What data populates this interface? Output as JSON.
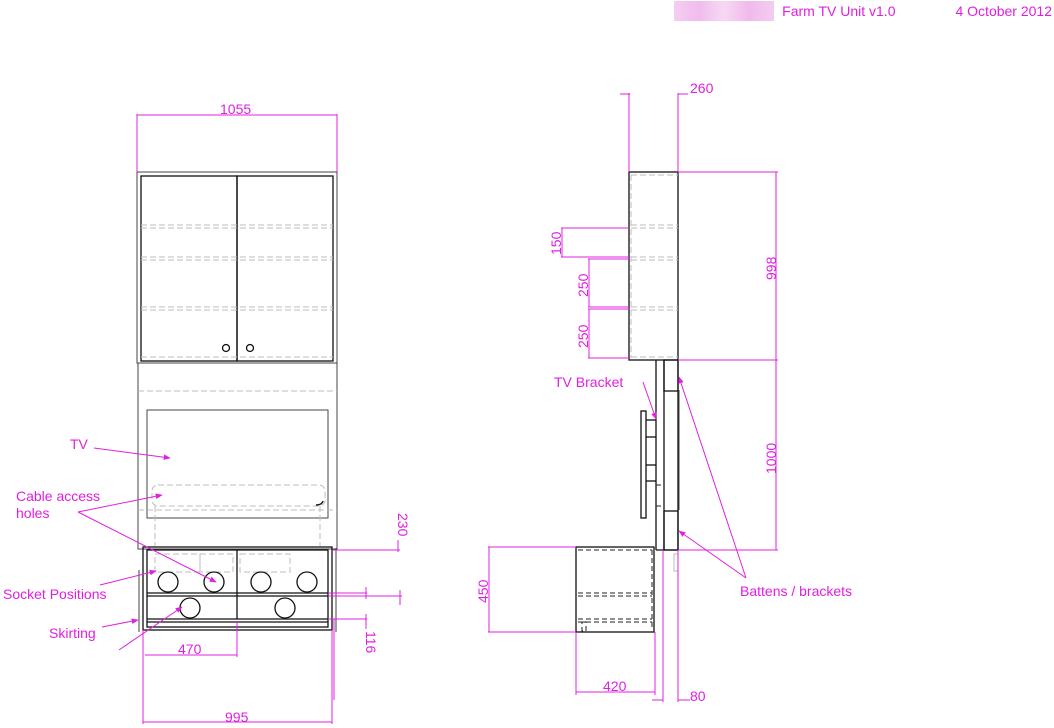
{
  "header": {
    "title": "Farm   TV  Unit v1.0",
    "date": "4  October 2012"
  },
  "colors": {
    "annotation": "#e020e0",
    "linework": "#111111",
    "hidden_lines": "#bdbdbd"
  },
  "front_view": {
    "dimensions": {
      "top_width": "1055",
      "base_width": "995",
      "drawer_width": "470",
      "base_top_offset": "230",
      "skirting_height": "116"
    },
    "labels": {
      "tv": "TV",
      "cable_access_line1": "Cable  access",
      "cable_access_line2": "holes",
      "socket_positions": "Socket Positions",
      "skirting": "Skirting"
    }
  },
  "side_view": {
    "dimensions": {
      "depth_top": "260",
      "upper_height": "998",
      "shelf_gap_1": "150",
      "shelf_gap_2": "250",
      "shelf_gap_3": "250",
      "middle_height": "1000",
      "base_height": "450",
      "base_depth": "420",
      "batten_depth": "80"
    },
    "labels": {
      "tv_bracket": "TV  Bracket",
      "battens": "Battens  / brackets"
    }
  }
}
